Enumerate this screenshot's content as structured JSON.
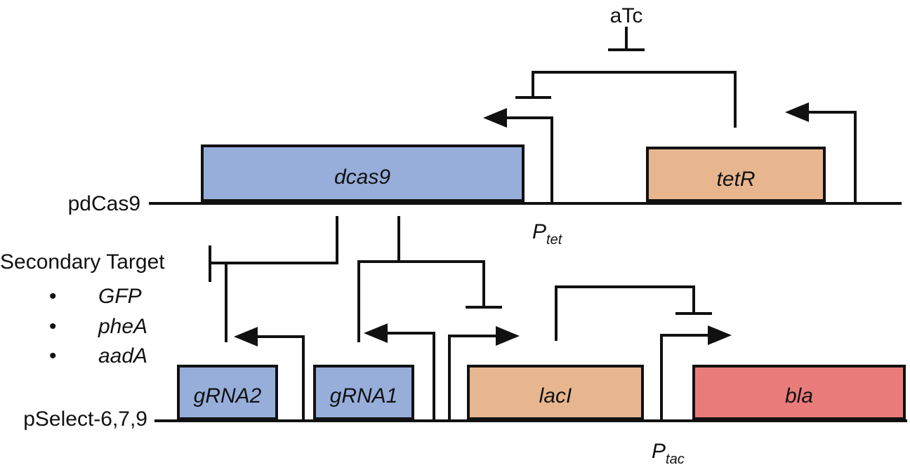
{
  "plasmids": {
    "top_label": "pdCas9",
    "bottom_label": "pSelect-6,7,9"
  },
  "inducer": "aTc",
  "secondary_target": {
    "title": "Secondary Target",
    "bullet": "•",
    "items": [
      "GFP",
      "pheA",
      "aadA"
    ]
  },
  "genes": {
    "dcas9": "dcas9",
    "tetR": "tetR",
    "gRNA2": "gRNA2",
    "gRNA1": "gRNA1",
    "lacI": "lacI",
    "bla": "bla"
  },
  "promoters": {
    "tet": {
      "letter": "P",
      "sub": "tet"
    },
    "tac": {
      "letter": "P",
      "sub": "tac"
    }
  },
  "colors": {
    "blue_gene": "#97aedb",
    "orange_gene": "#e8b68e",
    "red_gene": "#e97c7b",
    "line": "#111111"
  }
}
